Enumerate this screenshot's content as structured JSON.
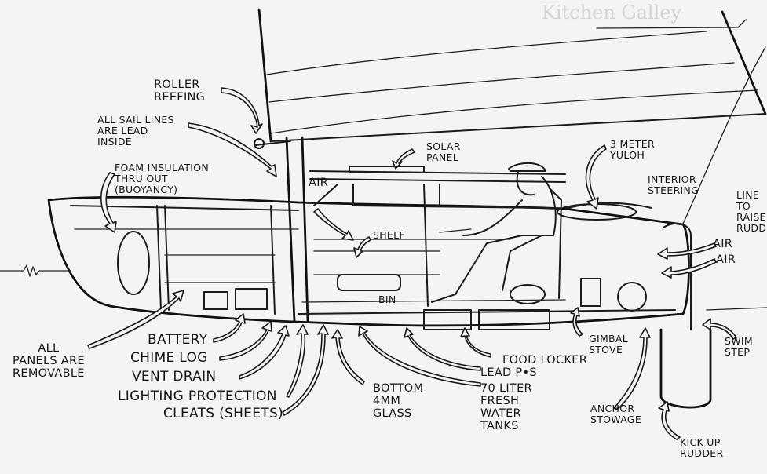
{
  "diagram": {
    "subject": "Small sailboat cutaway with labeled features",
    "background_text": "Kitchen Galley",
    "colors": {
      "ink": "#1c1c1c",
      "paper": "#f4f4f2"
    },
    "labels": {
      "roller_reefing": "ROLLER\nREEFING",
      "sail_lines": "ALL SAIL LINES\nARE LEAD\nINSIDE",
      "foam_insulation": "FOAM INSULATION\nTHRU OUT\n(BUOYANCY)",
      "solar_panel": "SOLAR\nPANEL",
      "yuloh": "3 METER\nYULOH",
      "interior_steering": "INTERIOR\nSTEERING",
      "line_raise_rudder": "LINE\nTO\nRAISE\nRUDDER",
      "air_top": "AIR",
      "air_right_1": "AIR",
      "air_right_2": "AIR",
      "shelf": "SHELF",
      "bin": "BIN",
      "panels_removable": "ALL\nPANELS ARE\nREMOVABLE",
      "battery": "BATTERY",
      "chime_log": "CHIME LOG",
      "vent_drain": "VENT DRAIN",
      "lighting_protection": "LIGHTING PROTECTION",
      "cleats": "CLEATS (SHEETS)",
      "bottom_glass": "BOTTOM\n4MM\nGLASS",
      "lead_pigs": "LEAD P•S",
      "water_tanks": "70 LITER\nFRESH\nWATER\nTANKS",
      "food_locker": "FOOD LOCKER",
      "gimbal_stove": "GIMBAL\nSTOVE",
      "anchor_stowage": "ANCHOR\nSTOWAGE",
      "swim_step": "SWIM\nSTEP",
      "kick_up_rudder": "KICK UP\nRUDDER"
    }
  }
}
